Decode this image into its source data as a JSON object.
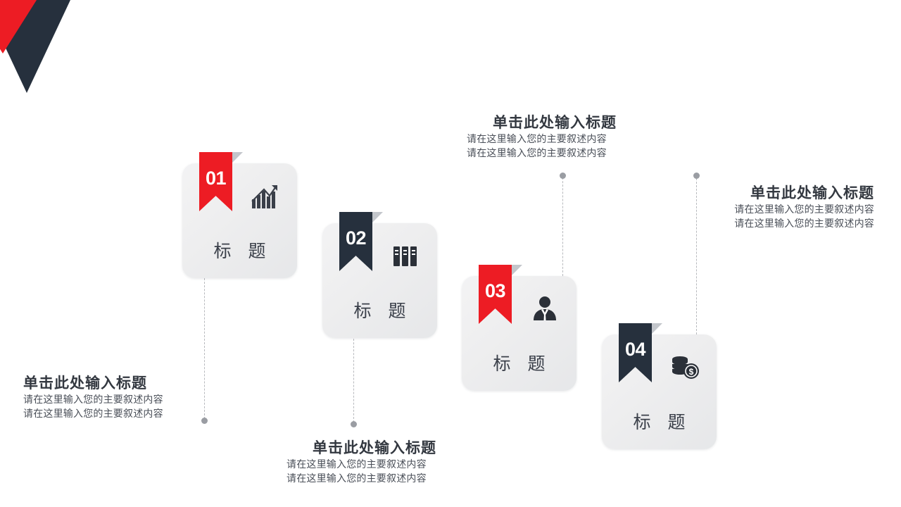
{
  "theme": {
    "accent_red": "#ed1c24",
    "accent_navy": "#26303d",
    "card_bg_light": "#f3f3f4",
    "card_bg_dark": "#e6e7e9",
    "connector_color": "#b7b9bd",
    "dot_color": "#9a9da3",
    "text_color": "#333840"
  },
  "corner_decoration": {
    "name": "corner-triangle-decoration",
    "red": "#ed1c24",
    "navy": "#26303d"
  },
  "cards": [
    {
      "number": "01",
      "ribbon_color": "red",
      "icon": "growth-bar-chart-icon",
      "title": "标 题"
    },
    {
      "number": "02",
      "ribbon_color": "navy",
      "icon": "books-archive-icon",
      "title": "标 题"
    },
    {
      "number": "03",
      "ribbon_color": "red",
      "icon": "businessman-person-icon",
      "title": "标 题"
    },
    {
      "number": "04",
      "ribbon_color": "navy",
      "icon": "money-coins-icon",
      "title": "标 题"
    }
  ],
  "text_blocks": [
    {
      "id": "text-block-01",
      "title": "单击此处输入标题",
      "line1": "请在这里输入您的主要叙述内容",
      "line2": "请在这里输入您的主要叙述内容"
    },
    {
      "id": "text-block-02",
      "title": "单击此处输入标题",
      "line1": "请在这里输入您的主要叙述内容",
      "line2": "请在这里输入您的主要叙述内容"
    },
    {
      "id": "text-block-03",
      "title": "单击此处输入标题",
      "line1": "请在这里输入您的主要叙述内容",
      "line2": "请在这里输入您的主要叙述内容"
    },
    {
      "id": "text-block-04",
      "title": "单击此处输入标题",
      "line1": "请在这里输入您的主要叙述内容",
      "line2": "请在这里输入您的主要叙述内容"
    }
  ]
}
